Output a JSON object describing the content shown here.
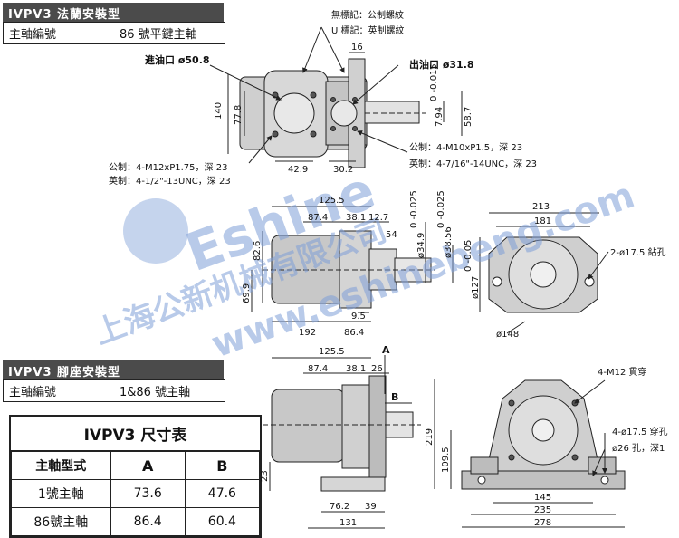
{
  "flange_section": {
    "title": "IVPV3 法蘭安裝型",
    "shaft_label": "主軸編號",
    "shaft_value": "86 號平鍵主軸"
  },
  "foot_section": {
    "title": "IVPV3 腳座安裝型",
    "shaft_label": "主軸編號",
    "shaft_value": "1&86 號主軸"
  },
  "notes": {
    "no_mark": "無標記：公制螺紋",
    "u_mark": "U 標記：英制螺紋",
    "inlet": "進油口 ø50.8",
    "outlet": "出油口 ø31.8",
    "metric_inlet": "公制：4-M12xP1.75，深 23",
    "imperial_inlet": "英制：4-1/2\"-13UNC，深 23",
    "metric_outlet": "公制：4-M10xP1.5，深 23",
    "imperial_outlet": "英制：4-7/16\"-14UNC，深 23",
    "hole_2": "2-ø17.5 鉆孔",
    "dia_148": "ø148",
    "m12_through": "4-M12 貫穿",
    "hole_4": "4-ø17.5 穿孔",
    "hole_26": "ø26 孔，深1"
  },
  "dims_top": {
    "d16": "16",
    "d140": "140",
    "d77_8": "77.8",
    "d42_9": "42.9",
    "d30_2": "30.2",
    "d7_94": "7.94",
    "d7_94_tol": "0\n-0.015",
    "d58_7": "58.7"
  },
  "dims_mid": {
    "d125_5": "125.5",
    "d87_4": "87.4",
    "d38_1": "38.1",
    "d12_7": "12.7",
    "d54": "54",
    "d82_6": "82.6",
    "d69_9": "69.9",
    "d9_5": "9.5",
    "d192": "192",
    "d86_4": "86.4",
    "d213": "213",
    "d181": "181",
    "dia34_9": "ø34.9",
    "dia38_56": "ø38.56",
    "dia127": "ø127",
    "tol_a": "0 -0.025",
    "tol_b": "0 -0.025",
    "tol_c": "0 -0.05"
  },
  "dims_bottom": {
    "d125_5": "125.5",
    "d87_4": "87.4",
    "d38_1": "38.1",
    "d26": "26",
    "A": "A",
    "B": "B",
    "d23": "23",
    "d76_2": "76.2",
    "d39": "39",
    "d131": "131",
    "d219": "219",
    "d109_5": "109.5",
    "d145": "145",
    "d235": "235",
    "d278": "278"
  },
  "table": {
    "title": "IVPV3 尺寸表",
    "headers": [
      "主軸型式",
      "A",
      "B"
    ],
    "rows": [
      [
        "1號主軸",
        "73.6",
        "47.6"
      ],
      [
        "86號主軸",
        "86.4",
        "60.4"
      ]
    ]
  },
  "watermark": {
    "brand": "Eshine",
    "company": "上海公新机械有限公司",
    "url": "www.eshinebeng.com"
  },
  "colors": {
    "watermark": "#7f9fd8",
    "header_dark": "#4b4b4b",
    "line": "#222222"
  }
}
